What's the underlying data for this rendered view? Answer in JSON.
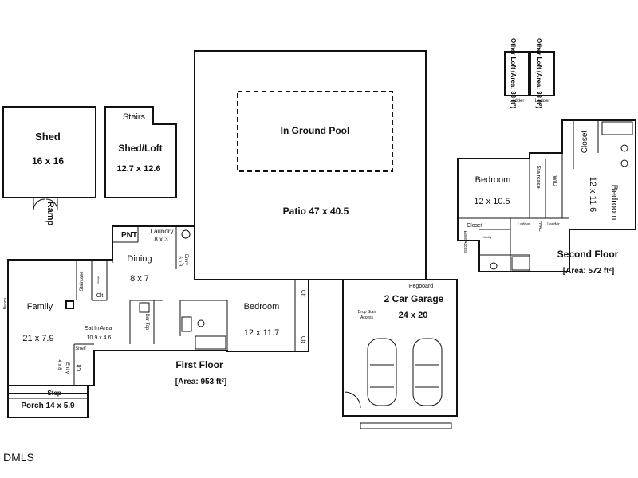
{
  "shed": {
    "name": "Shed",
    "size": "16 x 16",
    "ramp": "Ramp"
  },
  "shed_loft": {
    "stairs": "Stairs",
    "name": "Shed/Loft",
    "size": "12.7 x 12.6"
  },
  "pool": {
    "name": "In Ground Pool"
  },
  "patio": {
    "name": "Patio 47 x 40.5"
  },
  "lofts": {
    "loft1": "Other Loft (Area: 33 ft²)",
    "loft2": "Other Loft (Area: 33 ft²)",
    "ladder1": "Ladder",
    "ladder2": "Ladder"
  },
  "second_floor": {
    "title": "Second Floor",
    "area": "[Area: 572 ft²]",
    "bedroom1_name": "Bedroom",
    "bedroom1_size": "12 x 10.5",
    "bedroom2_name": "Bedroom",
    "bedroom2_size": "12 x 11.6",
    "closet_top": "Closet",
    "closet_small": "Closet",
    "staircase": "Staircase",
    "wd": "W/D",
    "ladder_a": "Ladder",
    "hvac": "HVAC",
    "ladder_b": "Ladder",
    "eave_access": "Eave Access",
    "vanity": "Vanity"
  },
  "first_floor": {
    "title": "First Floor",
    "area": "[Area: 953 ft²]",
    "pnt": "PNT",
    "laundry_name": "Laundry",
    "laundry_size": "8 x 3",
    "entry_top": "Entry",
    "entry_top_size": "6 x 3",
    "dining_name": "Dining",
    "dining_size": "8 x 7",
    "staircase": "Staircase",
    "storage": "Storage",
    "clt1": "Clt",
    "family_name": "Family",
    "family_size": "21 x 7.9",
    "bench": "Bench",
    "bar_top": "Bar Top",
    "eat_in_name": "Eat In Area",
    "eat_in_size": "10.9 x 4.6",
    "shelf": "Shelf",
    "entry_bottom": "Entry",
    "entry_bottom_size": "4 x 8",
    "clt2": "Clt",
    "bedroom_name": "Bedroom",
    "bedroom_size": "12 x 11.7",
    "clt3": "Clt",
    "clt4": "Clt",
    "step": "Step",
    "porch": "Porch 14 x 5.9"
  },
  "garage": {
    "pegboard": "Pegboard",
    "name": "2 Car Garage",
    "size": "24 x 20",
    "drop_stair": "Drop Stair",
    "access": "Access"
  },
  "watermark": "DMLS"
}
